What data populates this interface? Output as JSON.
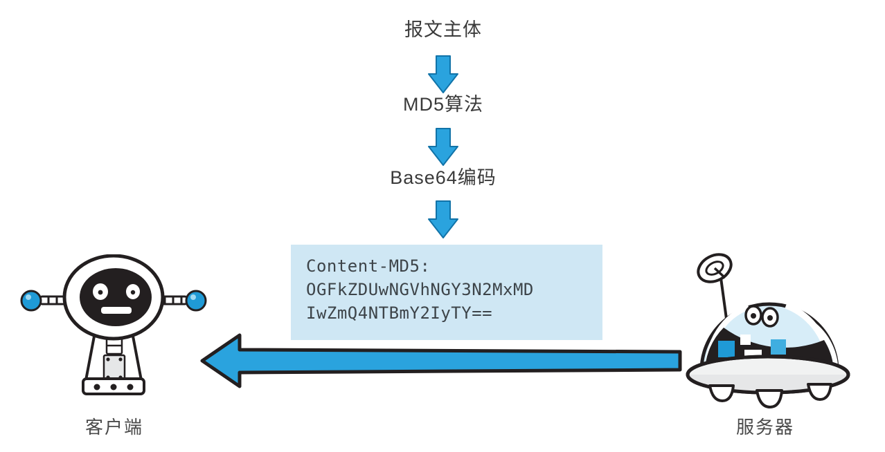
{
  "diagram": {
    "type": "flow-diagram",
    "title_flow": [
      {
        "id": "message-body",
        "label": "报文主体"
      },
      {
        "id": "md5-algorithm",
        "label": "MD5算法"
      },
      {
        "id": "base64-encoding",
        "label": "Base64编码"
      }
    ],
    "arrows": {
      "down_count": 3,
      "down_icon": "down-arrow-icon",
      "response_icon": "left-arrow-icon",
      "response_direction": "server-to-client"
    },
    "header_box": {
      "lines": [
        "Content-MD5:",
        "OGFkZDUwNGVhNGY3N2MxMD",
        "IwZmQ4NTBmY2IyTY=="
      ],
      "header_name": "Content-MD5",
      "header_value": "OGFkZDUwNGVhNGY3N2MxMDIwZmQ4NTBmY2IyTY==",
      "background": "#cfe7f4"
    },
    "endpoints": [
      {
        "id": "client",
        "label": "客户端",
        "icon": "client-robot-icon"
      },
      {
        "id": "server",
        "label": "服务器",
        "icon": "server-ufo-icon"
      }
    ],
    "colors": {
      "accent_blue": "#1f9ad6",
      "arrow_blue": "#2aa3de",
      "box_blue": "#cfe7f4",
      "outline_dark": "#231f20",
      "text_gray": "#3a3a3a",
      "robot_body_light": "#ffffff",
      "server_dome_light": "#d7edf8",
      "server_band_dark": "#231f20",
      "tile_blue": "#1f9ad6",
      "tile_white": "#ffffff"
    }
  }
}
